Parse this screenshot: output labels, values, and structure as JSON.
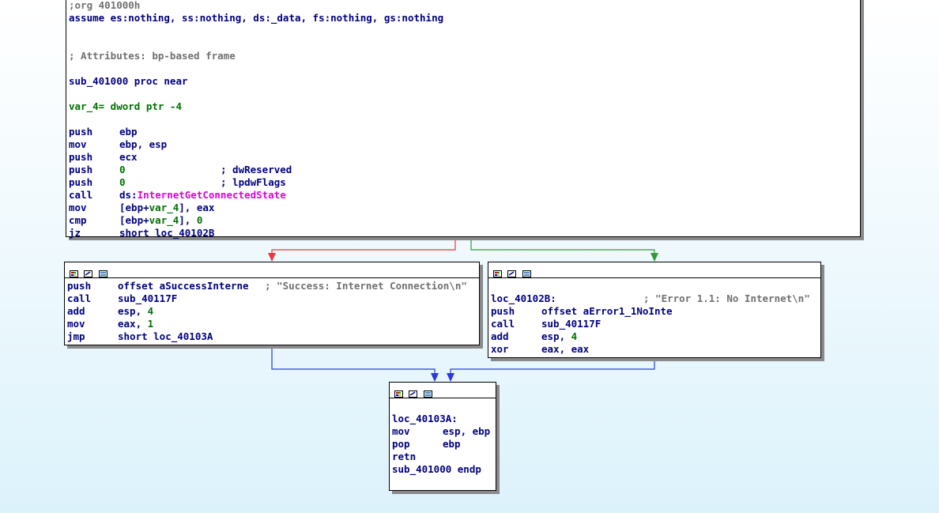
{
  "colors": {
    "edge_false": "#e8383c",
    "edge_true": "#2e9a3a",
    "edge_uncond": "#2a3ae0"
  },
  "node_main": {
    "lines": [
      {
        "a": ";org 401000h",
        "b": "",
        "c": ""
      },
      {
        "a": "assume es:nothing, ss:nothing, ds:_data, fs:nothing, gs:nothing",
        "b": "",
        "c": ""
      },
      {
        "a": "",
        "b": "",
        "c": ""
      },
      {
        "a": "",
        "b": "",
        "c": ""
      },
      {
        "a": "; Attributes: bp-based frame",
        "b": "",
        "c": ""
      },
      {
        "a": "",
        "b": "",
        "c": ""
      },
      {
        "a": "sub_401000 proc near",
        "b": "",
        "c": ""
      },
      {
        "a": "",
        "b": "",
        "c": ""
      },
      {
        "a": "var_4= dword ptr -4",
        "b": "",
        "c": ""
      }
    ],
    "instructions": [
      {
        "mn": "push",
        "op": "ebp",
        "cm": ""
      },
      {
        "mn": "mov",
        "op": "ebp, esp",
        "cm": ""
      },
      {
        "mn": "push",
        "op": "ecx",
        "cm": ""
      },
      {
        "mn": "push",
        "op": "0",
        "cm": "; dwReserved"
      },
      {
        "mn": "push",
        "op": "0",
        "cm": "; lpdwFlags"
      },
      {
        "mn": "call",
        "op": "ds:InternetGetConnectedState",
        "cm": ""
      },
      {
        "mn": "mov",
        "op": "[ebp+var_4], eax",
        "cm": ""
      },
      {
        "mn": "cmp",
        "op": "[ebp+var_4], 0",
        "cm": ""
      },
      {
        "mn": "jz",
        "op": "short loc_40102B",
        "cm": ""
      }
    ]
  },
  "node_left": {
    "instructions": [
      {
        "mn": "push",
        "op": "offset aSuccessInterne",
        "cm": "; \"Success: Internet Connection\\n\""
      },
      {
        "mn": "call",
        "op": "sub_40117F",
        "cm": ""
      },
      {
        "mn": "add",
        "op": "esp, 4",
        "cm": ""
      },
      {
        "mn": "mov",
        "op": "eax, 1",
        "cm": ""
      },
      {
        "mn": "jmp",
        "op": "short loc_40103A",
        "cm": ""
      }
    ]
  },
  "node_right": {
    "label": "loc_40102B:",
    "label_comment": "; \"Error 1.1: No Internet\\n\"",
    "instructions": [
      {
        "mn": "push",
        "op": "offset aError1_1NoInte",
        "cm": ""
      },
      {
        "mn": "call",
        "op": "sub_40117F",
        "cm": ""
      },
      {
        "mn": "add",
        "op": "esp, 4",
        "cm": ""
      },
      {
        "mn": "xor",
        "op": "eax, eax",
        "cm": ""
      }
    ]
  },
  "node_bottom": {
    "label": "loc_40103A:",
    "instructions": [
      {
        "mn": "mov",
        "op": "esp, ebp",
        "cm": ""
      },
      {
        "mn": "pop",
        "op": "ebp",
        "cm": ""
      },
      {
        "mn": "retn",
        "op": "",
        "cm": ""
      }
    ],
    "end": "sub_401000 endp"
  }
}
